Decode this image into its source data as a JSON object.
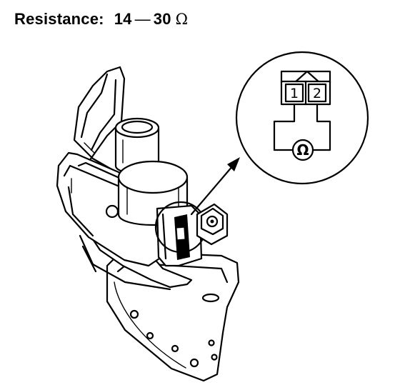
{
  "spec": {
    "label": "Resistance:",
    "min": "14",
    "separator": "—",
    "max": "30",
    "unit": "Ω"
  },
  "connector": {
    "pin_1": "1",
    "pin_2": "2",
    "meter_symbol": "Ω"
  }
}
